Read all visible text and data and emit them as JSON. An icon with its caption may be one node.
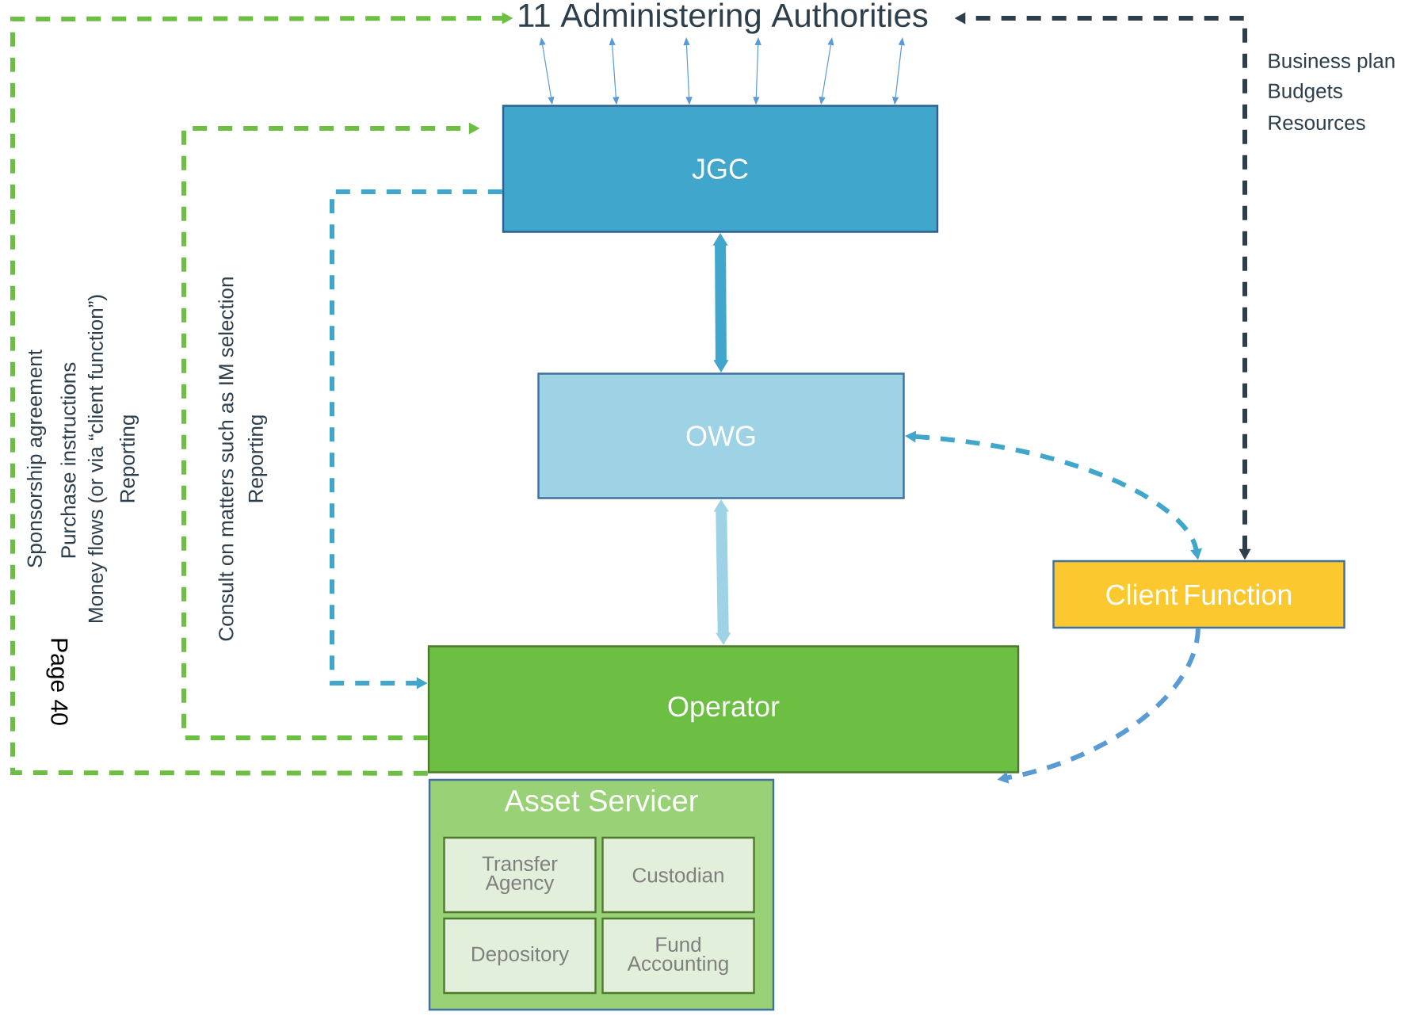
{
  "diagram": {
    "nodes": [
      {
        "text": [
          "11 Administering Authorities"
        ]
      },
      {
        "text": [
          "JGC"
        ]
      },
      {
        "text": [
          "OWG"
        ]
      },
      {
        "text": [
          "Client Function"
        ]
      },
      {
        "text": [
          "Operator"
        ]
      },
      {
        "text": [
          "Asset Servicer"
        ]
      },
      {
        "text": [
          "Transfer Agency"
        ],
        "in": 5
      },
      {
        "text": [
          "Custodian"
        ],
        "in": 5
      },
      {
        "text": [
          "Depository"
        ],
        "in": 5
      },
      {
        "text": [
          "Fund Accounting"
        ],
        "in": 5
      }
    ],
    "edges": [
      {
        "from": 4,
        "to": 0,
        "arrow": "to",
        "style": "dashed",
        "color": "#6dbf44"
      },
      {
        "from": 4,
        "to": 1,
        "arrow": "to",
        "style": "dashed",
        "color": "#6dbf44"
      },
      {
        "from": 1,
        "to": 4,
        "arrow": "to",
        "style": "dashed",
        "color": "#41a6cc"
      },
      {
        "from": 0,
        "to": 1,
        "arrow": "both"
      },
      {
        "from": 0,
        "to": 1,
        "arrow": "both"
      },
      {
        "from": 0,
        "to": 1,
        "arrow": "both"
      },
      {
        "from": 0,
        "to": 1,
        "arrow": "both"
      },
      {
        "from": 0,
        "to": 1,
        "arrow": "both"
      },
      {
        "from": 0,
        "to": 1,
        "arrow": "both"
      },
      {
        "from": 1,
        "to": 2,
        "arrow": "both",
        "style": "thick",
        "color": "#41a6cc"
      },
      {
        "from": 2,
        "to": 4,
        "arrow": "both",
        "style": "thick",
        "color": "#9ed3e6"
      },
      {
        "from": 2,
        "to": 3,
        "arrow": "both",
        "style": "dashed",
        "color": "#41a6cc"
      },
      {
        "from": 3,
        "to": 4,
        "arrow": "to",
        "style": "dashed"
      },
      {
        "from": 3,
        "to": 0,
        "arrow": "both",
        "style": "dashed",
        "color": "#2e3f4c"
      }
    ],
    "labels": [
      "Sponsorship agreement",
      "Purchase instructions",
      "Money flows (or via “client function”)",
      "Reporting",
      "Consult on matters such as IM selection",
      "Reporting",
      "Page 40",
      "Business plan",
      "Budgets",
      "Resources"
    ]
  }
}
